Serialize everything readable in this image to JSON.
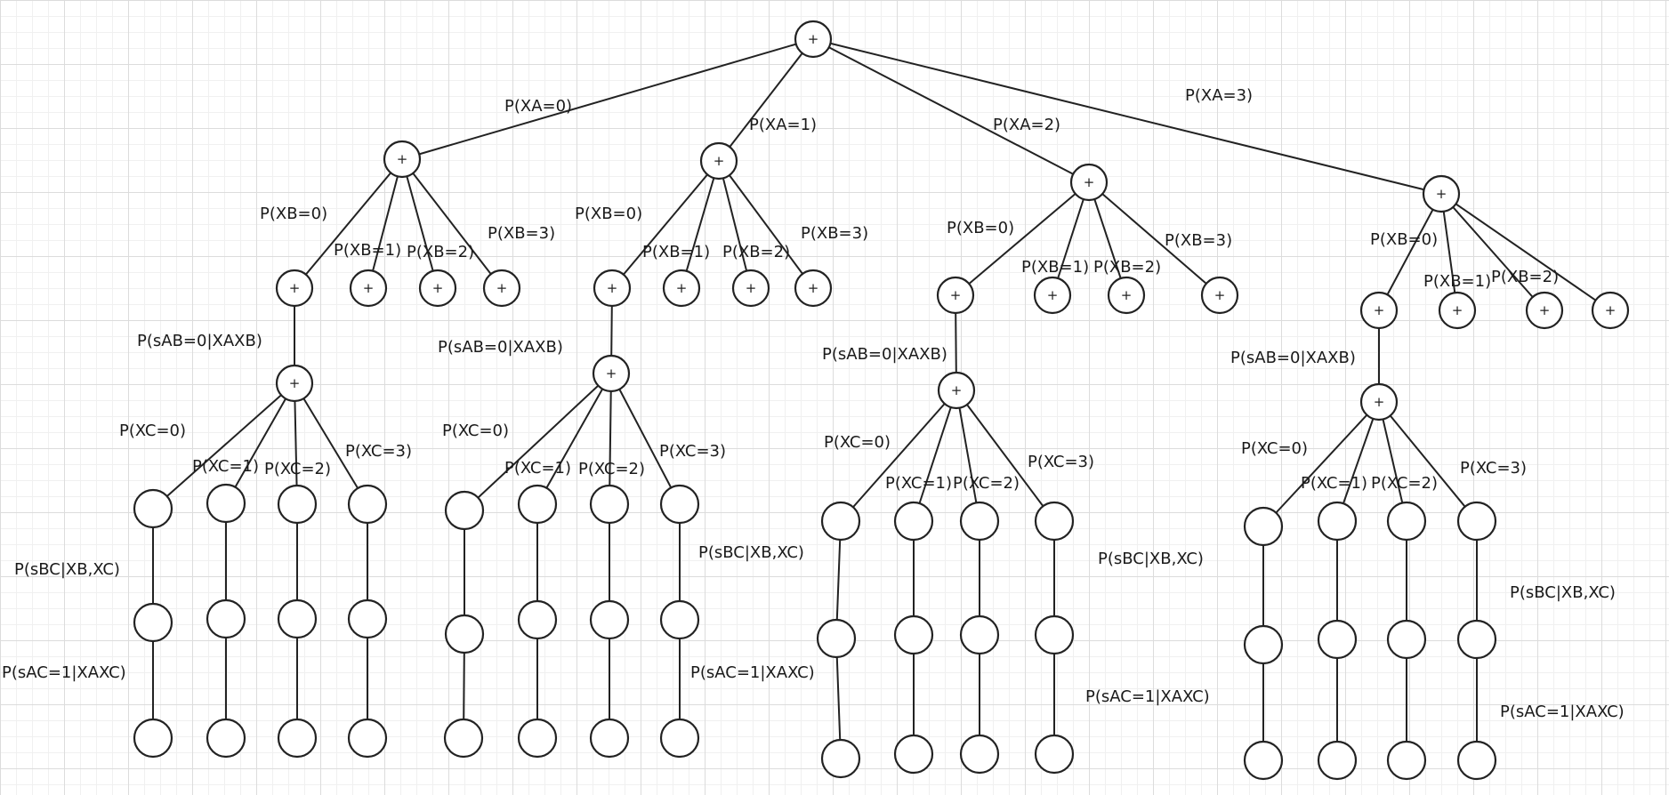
{
  "node_symbol": "+",
  "labels": {
    "xa0": "P(XA=0)",
    "xa1": "P(XA=1)",
    "xa2": "P(XA=2)",
    "xa3": "P(XA=3)",
    "xb0": "P(XB=0)",
    "xb1": "P(XB=1)",
    "xb2": "P(XB=2)",
    "xb3": "P(XB=3)",
    "sab": "P(sAB=0|XAXB)",
    "xc0": "P(XC=0)",
    "xc1": "P(XC=1)",
    "xc2": "P(XC=2)",
    "xc3": "P(XC=3)",
    "sbc": "P(sBC|XB,XC)",
    "sac": "P(sAC=1|XAXC)"
  }
}
